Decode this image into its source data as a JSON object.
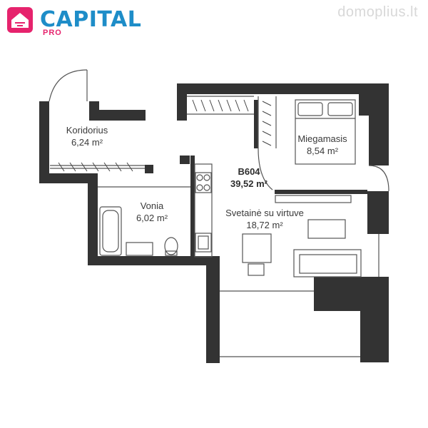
{
  "brand": {
    "name": "CAPITAL",
    "sub": "PRO",
    "primary_color": "#1e8dc8",
    "accent_color": "#e6236d"
  },
  "watermark": "domoplius.lt",
  "unit": {
    "code": "B604",
    "total_area": "39,52 m²"
  },
  "rooms": [
    {
      "name": "Koridorius",
      "area": "6,24 m²"
    },
    {
      "name": "Miegamasis",
      "area": "8,54 m²"
    },
    {
      "name": "Vonia",
      "area": "6,02 m²"
    },
    {
      "name": "Svetainė su virtuve",
      "area": "18,72 m²"
    }
  ]
}
